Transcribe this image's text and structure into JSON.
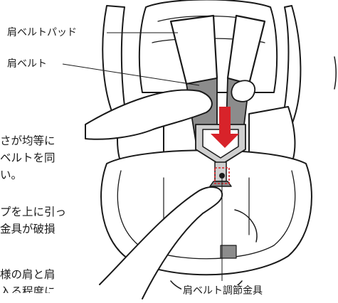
{
  "labels": {
    "shoulder_belt_pad": "肩ベルトパッド",
    "shoulder_belt": "肩ベルト",
    "adjuster_fitting": "肩ベルト調節金具"
  },
  "side_text": {
    "line1": "さが均等に",
    "line2": "ベルトを同",
    "line3": "い。",
    "line4": "プを上に引っ",
    "line5": "金具が破損",
    "line6": "様の肩と肩",
    "line7": "入る程度に"
  },
  "colors": {
    "arrow": "#d8232a",
    "strap_dark": "#8c8c8c",
    "strap_light": "#cfcfcf",
    "outline": "#1a1a1a",
    "highlight_box": "#d8232a"
  }
}
